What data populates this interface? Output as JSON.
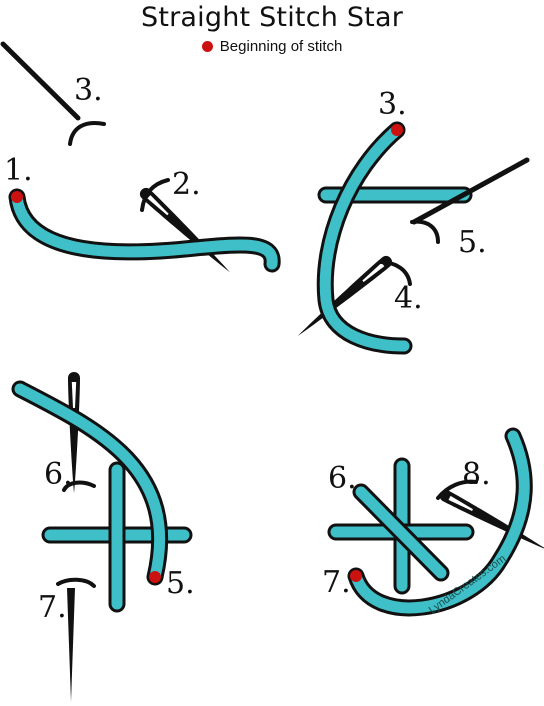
{
  "title": "Straight Stitch Star",
  "legend": {
    "label": "Beginning of stitch",
    "dot_color": "#cc1111"
  },
  "colors": {
    "thread": "#3fc0c8",
    "outline": "#111111",
    "needle": "#111111",
    "start_dot": "#cc1111"
  },
  "panels": {
    "p1": {
      "labels": [
        "3.",
        "1.",
        "2."
      ]
    },
    "p2": {
      "labels": [
        "3.",
        "5.",
        "4."
      ]
    },
    "p3": {
      "labels": [
        "6.",
        "5.",
        "7."
      ]
    },
    "p4": {
      "labels": [
        "6.",
        "8.",
        "7."
      ],
      "watermark": "LyndaCreates.com"
    }
  }
}
